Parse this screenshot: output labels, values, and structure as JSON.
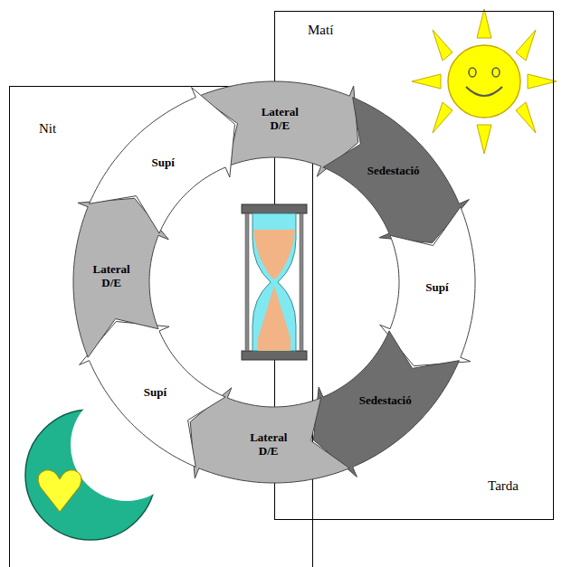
{
  "diagram": {
    "nodes": [
      {
        "text": [
          "Matí",
          "Tarda"
        ]
      },
      {
        "text": [
          "Nit"
        ]
      },
      {
        "text": [
          "Lateral D/E"
        ]
      },
      {
        "text": [
          "Sedestació"
        ]
      },
      {
        "text": [
          "Supí"
        ]
      },
      {
        "text": [
          "Sedestació"
        ]
      },
      {
        "text": [
          "Lateral D/E"
        ]
      },
      {
        "text": [
          "Supí"
        ]
      },
      {
        "text": [
          "Lateral D/E"
        ]
      },
      {
        "text": [
          "Supí"
        ]
      }
    ]
  }
}
